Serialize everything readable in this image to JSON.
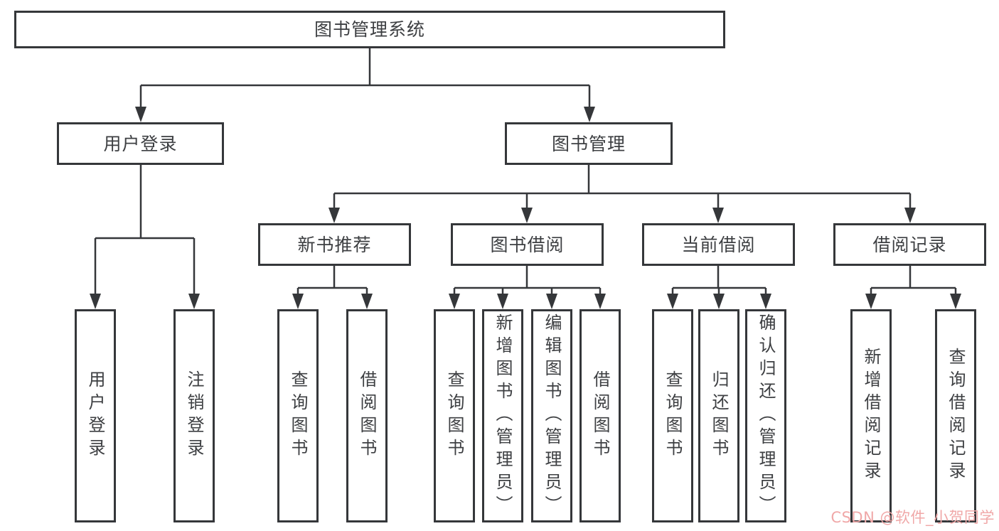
{
  "tree": {
    "root": "图书管理系统",
    "branches": [
      {
        "label": "用户登录",
        "children": [
          {
            "label": "用户登录"
          },
          {
            "label": "注销登录"
          }
        ]
      },
      {
        "label": "图书管理",
        "children": [
          {
            "label": "新书推荐",
            "children": [
              {
                "label": "查询图书"
              },
              {
                "label": "借阅图书"
              }
            ]
          },
          {
            "label": "图书借阅",
            "children": [
              {
                "label": "查询图书"
              },
              {
                "label": "新增图书（管理员）"
              },
              {
                "label": "编辑图书（管理员）"
              },
              {
                "label": "借阅图书"
              }
            ]
          },
          {
            "label": "当前借阅",
            "children": [
              {
                "label": "查询图书"
              },
              {
                "label": "归还图书"
              },
              {
                "label": "确认归还（管理员）"
              }
            ]
          },
          {
            "label": "借阅记录",
            "children": [
              {
                "label": "新增借阅记录"
              },
              {
                "label": "查询借阅记录"
              }
            ]
          }
        ]
      }
    ]
  },
  "watermark": {
    "text": "CSDN @软件_小贺同学"
  },
  "colors": {
    "line": "#35373a",
    "text": "#3d3f42",
    "watermark": "#f0a8a8",
    "background": "#ffffff"
  }
}
